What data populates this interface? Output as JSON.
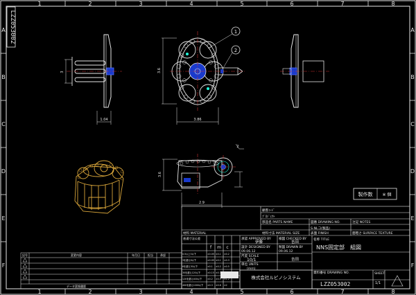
{
  "frame": {
    "col_labels": [
      "1",
      "2",
      "3",
      "4",
      "5",
      "6",
      "7",
      "8"
    ],
    "row_labels": [
      "A",
      "B",
      "C",
      "D",
      "E",
      "F"
    ],
    "side_code": "LZZ053002"
  },
  "views": {
    "balloon_1": "1",
    "balloon_2": "2",
    "dim_front_height": "3.6",
    "dim_front_width": "3.86",
    "dim_left_width": "1.04",
    "dim_left_height": "3",
    "dim_top_width": "2.9",
    "dim_top_height": "3.6",
    "dim_top_small": "2"
  },
  "production": {
    "label": "製作数",
    "value": "※ 個"
  },
  "title_block": {
    "customer": "顧客ｺｰﾄﾞ",
    "project": "ﾌﾟﾛｼﾞｪｸﾄ",
    "parts_name_label": "部品名 PARTS NAME",
    "drawing_no_label": "図番 DRAWING NO.",
    "drawing_no_value": "S-NLコ(製品)",
    "notes_label": "注記 NOTES",
    "material_label": "材料 MATERIAL",
    "material_size_label": "材料寸法 MATERIAL SIZE",
    "finish_label": "表面 FINISH",
    "surface_label": "面粗さ SURFACE TEXTURE",
    "approved_label": "承認 APPROVED BY",
    "approved_name": "伊藤",
    "checked_label": "検図 CHECKED BY",
    "checked_name": "吉田",
    "designed_label": "設計 DESIGNED BY",
    "designed_date": "09.06.12",
    "drawn_label": "製図 DRAWN BY",
    "drawn_date": "09.06.12",
    "drawn_name": "吉田",
    "scale_label": "尺度 SCALE",
    "scale_value": "10/1",
    "units_label": "単位 UNITS",
    "units_value": "(mm)",
    "title_label": "名称 TITLE",
    "title_value": "NNS固定部　組図",
    "doc_no_label": "資料番号 DRAWING NO.",
    "doc_no_value": "LZZ053002",
    "sheet_label": "SHEET",
    "sheet_value": "1/1",
    "company": "株式会社ルピノシステム",
    "logo": "LUPINO",
    "tolerance_header": "普通寸法公差",
    "tolerance_rows": [
      [
        "f",
        "m",
        "c"
      ],
      [
        "0.5以上3以下",
        "±0.05",
        "±0.1",
        "±0.2"
      ],
      [
        "3を超え6以下",
        "±0.05",
        "±0.1",
        "±0.3"
      ],
      [
        "6を超え30以下",
        "±0.1",
        "±0.2",
        "±0.5"
      ],
      [
        "30を超え120以下",
        "±0.15",
        "±0.3",
        "±0.8"
      ],
      [
        "120を超え400以下",
        "±0.2",
        "±0.5",
        "±1.2"
      ],
      [
        "400を超え1000以下",
        "±0.3",
        "±0.8",
        "±2"
      ]
    ],
    "revision_headers": [
      "記号",
      "変更内容",
      "年月日",
      "担当",
      "承認"
    ],
    "revision_footer": "データ変換履歴"
  }
}
